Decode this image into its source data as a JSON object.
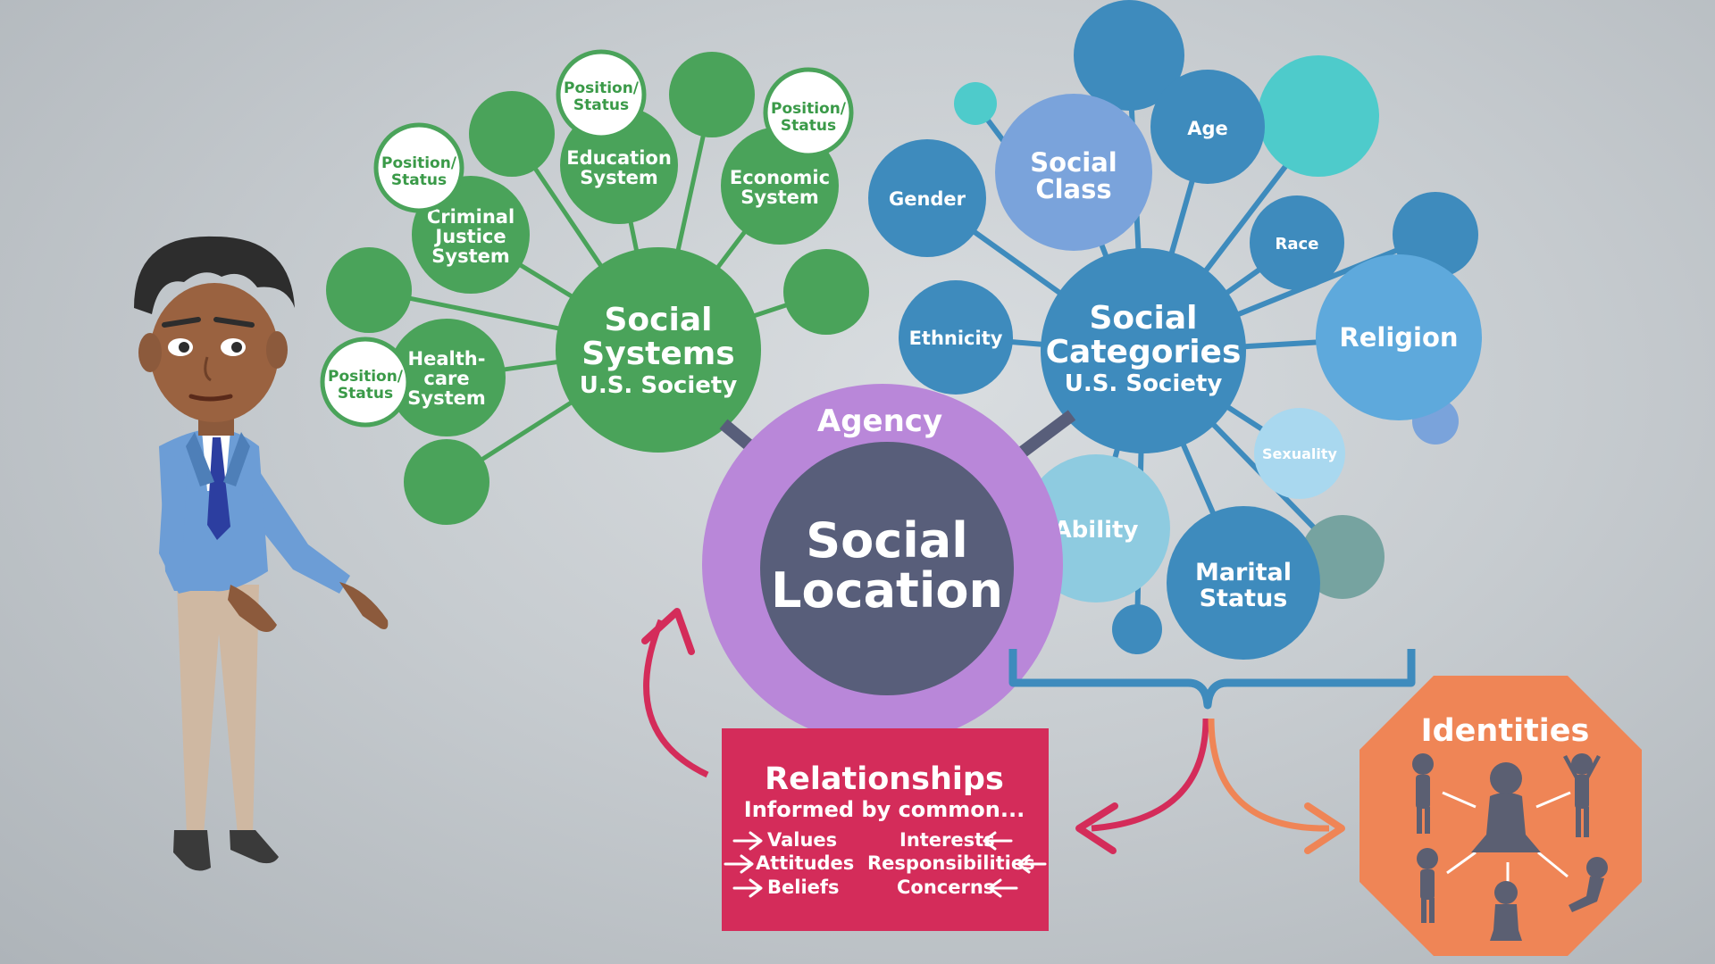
{
  "colors": {
    "green": "#4aa35a",
    "green_line": "#4aa35a",
    "blue_dark": "#3e8bbd",
    "blue_mid": "#5ea9dc",
    "blue_light": "#8ecbe0",
    "blue_pale": "#a9d8ef",
    "teal": "#4ecbcb",
    "periwinkle": "#7aa3db",
    "grey_teal": "#76a3a0",
    "purple": "#b987d9",
    "slate": "#585e7a",
    "crimson": "#d42c5a",
    "orange": "#ef8556"
  },
  "social_systems": {
    "title_line1": "Social",
    "title_line2": "Systems",
    "subtitle": "U.S. Society",
    "nodes": {
      "education_line1": "Education",
      "education_line2": "System",
      "economic_line1": "Economic",
      "economic_line2": "System",
      "criminal_line1": "Criminal",
      "criminal_line2": "Justice",
      "criminal_line3": "System",
      "health_line1": "Health-",
      "health_line2": "care",
      "health_line3": "System"
    },
    "status_line1": "Position/",
    "status_line2": "Status"
  },
  "social_categories": {
    "title_line1": "Social",
    "title_line2": "Categories",
    "subtitle": "U.S. Society",
    "gender": "Gender",
    "social_class_line1": "Social",
    "social_class_line2": "Class",
    "age": "Age",
    "race": "Race",
    "ethnicity": "Ethnicity",
    "religion": "Religion",
    "sexuality": "Sexuality",
    "ability": "Ability",
    "marital_line1": "Marital",
    "marital_line2": "Status"
  },
  "center": {
    "agency": "Agency",
    "line1": "Social",
    "line2": "Location"
  },
  "relationships": {
    "title": "Relationships",
    "subtitle": "Informed by common...",
    "left": [
      "Values",
      "Attitudes",
      "Beliefs"
    ],
    "right": [
      "Interests",
      "Responsibilities",
      "Concerns"
    ]
  },
  "identities": {
    "title": "Identities"
  }
}
